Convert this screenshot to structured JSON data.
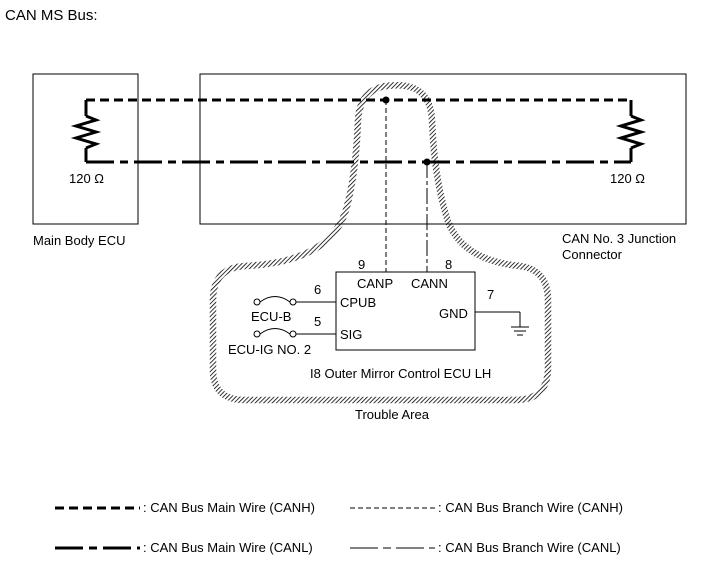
{
  "title": "CAN MS Bus:",
  "boxes": {
    "main_body_ecu": "Main Body ECU",
    "junction_line1": "CAN No. 3 Junction",
    "junction_line2": "Connector",
    "mirror_ecu": "I8 Outer Mirror Control ECU LH"
  },
  "resistors": {
    "left": "120 Ω",
    "right": "120 Ω"
  },
  "pins": {
    "canp_num": "9",
    "canp": "CANP",
    "cann_num": "8",
    "cann": "CANN",
    "cpub_num": "6",
    "cpub": "CPUB",
    "sig_num": "5",
    "sig": "SIG",
    "gnd_num": "7",
    "gnd": "GND"
  },
  "fuses": {
    "ecu_b": "ECU-B",
    "ecu_ig": "ECU-IG NO. 2"
  },
  "trouble_area": "Trouble Area",
  "legend": [
    {
      "style": "main-canh",
      "label": ": CAN Bus Main Wire (CANH)"
    },
    {
      "style": "branch-canh",
      "label": ": CAN Bus Branch Wire (CANH)"
    },
    {
      "style": "main-canl",
      "label": ": CAN Bus Main Wire (CANL)"
    },
    {
      "style": "branch-canl",
      "label": ": CAN Bus Branch Wire (CANL)"
    }
  ]
}
